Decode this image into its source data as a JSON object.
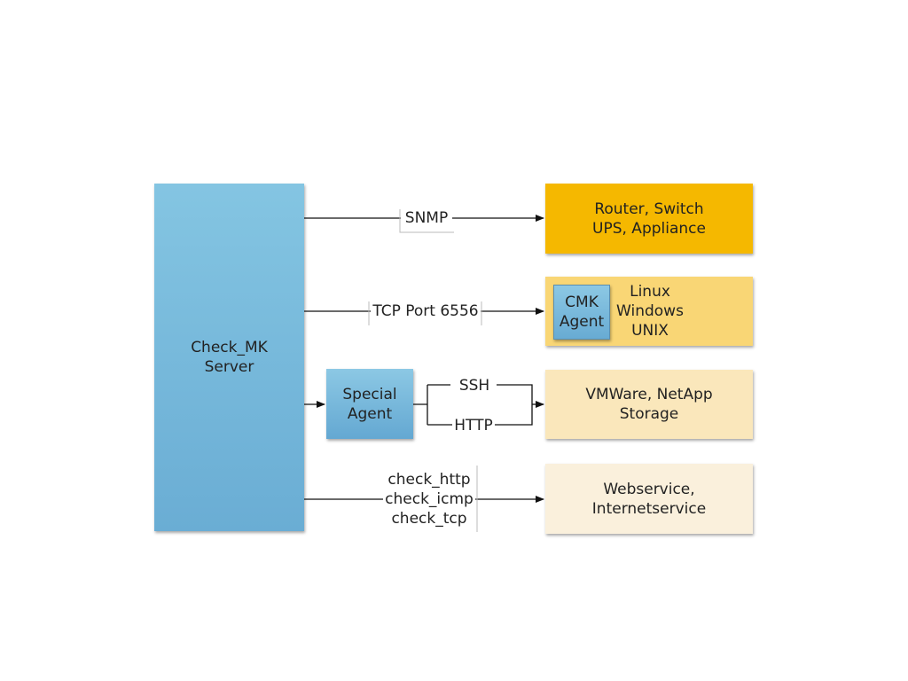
{
  "server": {
    "line1": "Check_MK",
    "line2": "Server"
  },
  "special_agent": {
    "line1": "Special",
    "line2": "Agent"
  },
  "connections": {
    "snmp": "SNMP",
    "tcp": "TCP Port 6556",
    "ssh": "SSH",
    "http": "HTTP",
    "check1": "check_http",
    "check2": "check_icmp",
    "check3": "check_tcp"
  },
  "targets": {
    "network": {
      "line1": "Router, Switch",
      "line2": "UPS, Appliance"
    },
    "cmk_agent": {
      "line1": "CMK",
      "line2": "Agent"
    },
    "os": {
      "line1": "Linux",
      "line2": "Windows",
      "line3": "UNIX"
    },
    "storage": {
      "line1": "VMWare, NetApp",
      "line2": "Storage"
    },
    "web": {
      "line1": "Webservice,",
      "line2": "Internetservice"
    }
  },
  "colors": {
    "server_blue": "#6aadd4",
    "network_orange": "#f5b800",
    "os_yellow": "#f9d675",
    "storage_beige": "#fae7bb",
    "web_cream": "#faf0dc"
  }
}
